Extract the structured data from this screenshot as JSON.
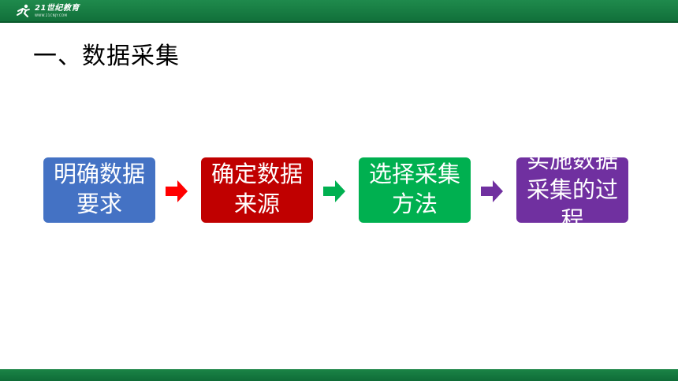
{
  "header": {
    "logo_text": "21世纪教育",
    "logo_sub": "WWW.21CNJY.COM"
  },
  "slide": {
    "title": "一、数据采集"
  },
  "steps": [
    {
      "label": "明确数据要求",
      "color": "#4472c4"
    },
    {
      "label": "确定数据来源",
      "color": "#c00000"
    },
    {
      "label": "选择采集方法",
      "color": "#00b050"
    },
    {
      "label": "实施数据采集的过程",
      "color": "#7030a0"
    }
  ],
  "arrows": [
    {
      "icon": "arrow-right-icon",
      "color": "#ff0000"
    },
    {
      "icon": "arrow-right-icon",
      "color": "#00b050"
    },
    {
      "icon": "arrow-right-icon",
      "color": "#7030a0"
    }
  ]
}
